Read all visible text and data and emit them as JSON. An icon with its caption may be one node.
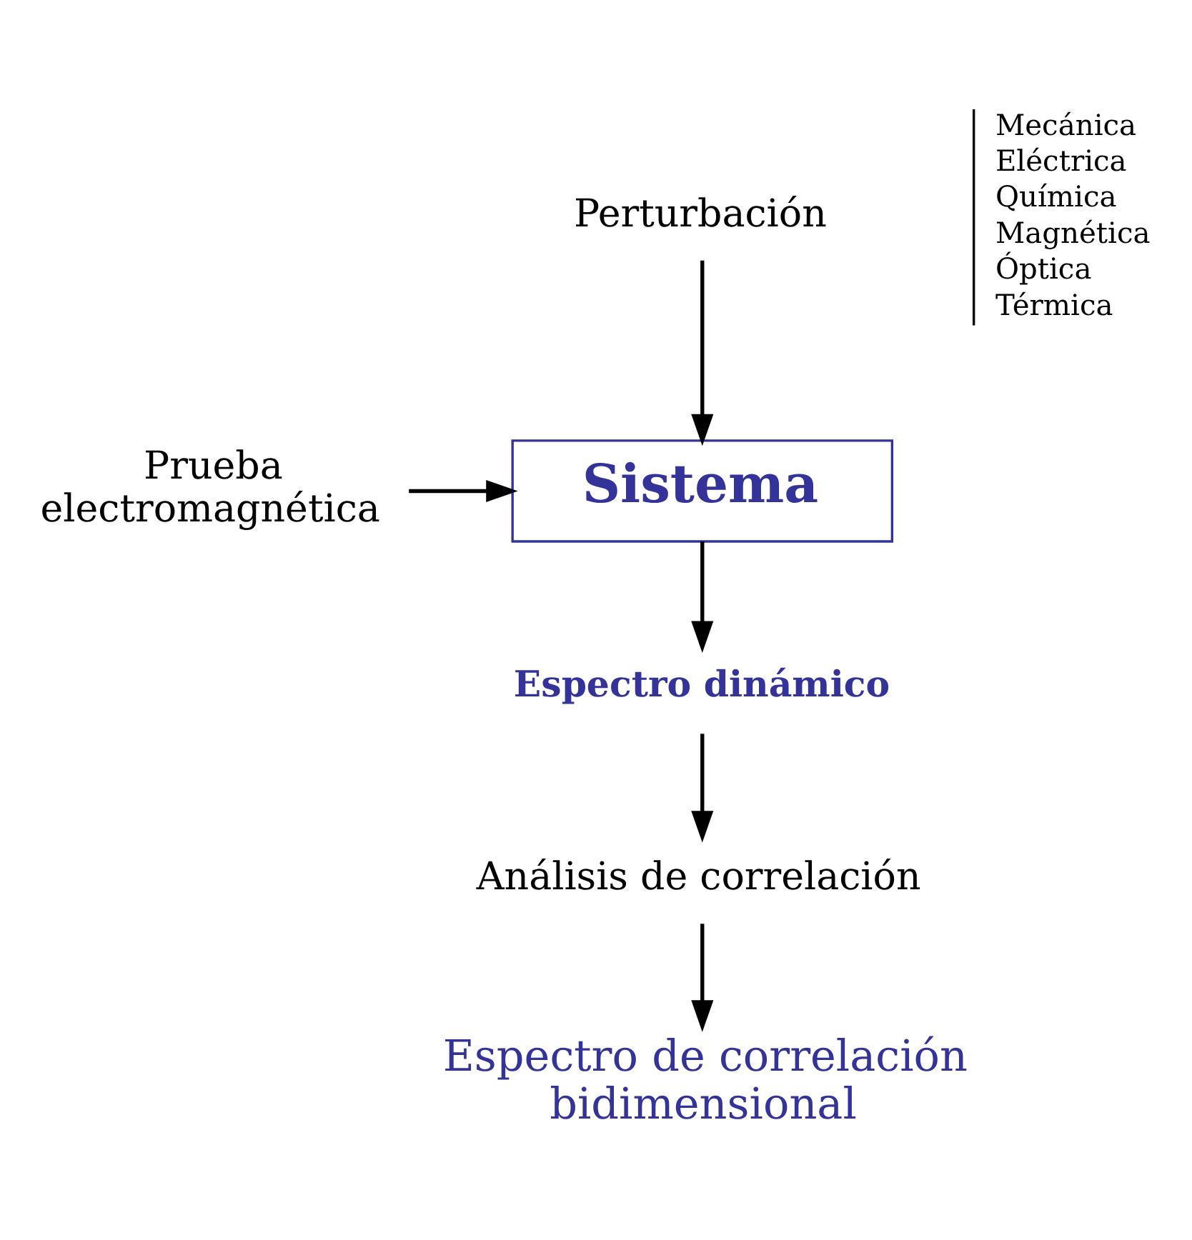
{
  "diagram": {
    "nodes": [
      {
        "text": [
          "Perturbación"
        ]
      },
      {
        "text": [
          "Prueba electromagnética"
        ]
      },
      {
        "text": [
          "Sistema"
        ]
      },
      {
        "text": [
          "Espectro dinámico"
        ]
      },
      {
        "text": [
          "Análisis de correlación"
        ]
      },
      {
        "text": [
          "Espectro de correlación bidimensional"
        ]
      }
    ],
    "edges": [
      {
        "from": 0,
        "to": 2,
        "arrow": "to"
      },
      {
        "from": 1,
        "to": 2,
        "arrow": "to"
      },
      {
        "from": 2,
        "to": 3,
        "arrow": "to"
      },
      {
        "from": 3,
        "to": 4,
        "arrow": "to"
      },
      {
        "from": 4,
        "to": 5,
        "arrow": "to"
      }
    ],
    "labels": [
      "Mecánica",
      "Eléctrica",
      "Química",
      "Magnética",
      "Óptica",
      "Térmica"
    ]
  }
}
